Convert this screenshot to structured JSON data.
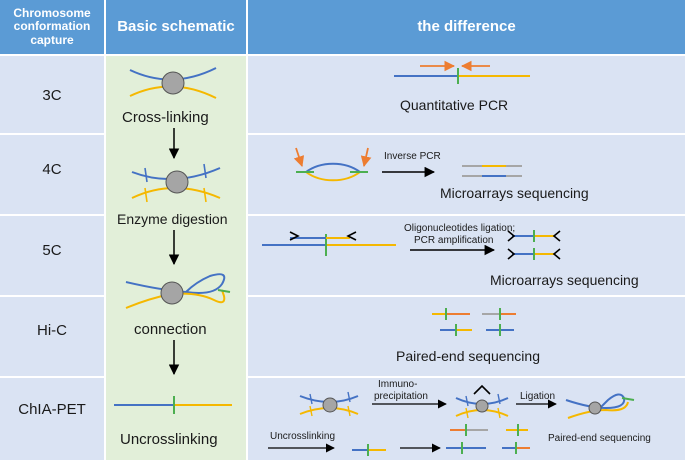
{
  "header": {
    "col1": "Chromosome conformation capture",
    "col2": "Basic schematic",
    "col3": "the difference"
  },
  "rows": [
    {
      "name": "3C",
      "step": "Cross-linking"
    },
    {
      "name": "4C",
      "step": "Enzyme digestion"
    },
    {
      "name": "5C",
      "step": "connection"
    },
    {
      "name": "Hi-C",
      "step": "Uncrosslinking"
    },
    {
      "name": "ChIA-PET"
    }
  ],
  "diff": {
    "r3c": "Quantitative PCR",
    "r4c_arrow": "Inverse PCR",
    "r4c_result": "Microarrays sequencing",
    "r5c_arrow_line1": "Oligonucleotides ligation;",
    "r5c_arrow_line2": "PCR amplification",
    "r5c_result": "Microarrays sequencing",
    "rhic_result": "Paired-end sequencing",
    "chia_immuno_line1": "Immuno-",
    "chia_immuno_line2": "precipitation",
    "chia_ligation": "Ligation",
    "chia_uncross": "Uncrosslinking",
    "chia_result": "Paired-end sequencing"
  },
  "colors": {
    "header": "#5b9bd5",
    "row_bg": "#dae3f3",
    "schematic_bg": "#e2efd9",
    "dna_blue": "#4472c4",
    "dna_yellow": "#f5b800",
    "green_mark": "#4caf50",
    "orange_mark": "#ed7d31",
    "gray_segment": "#a6a6a6",
    "protein": "#a5a5a5"
  }
}
